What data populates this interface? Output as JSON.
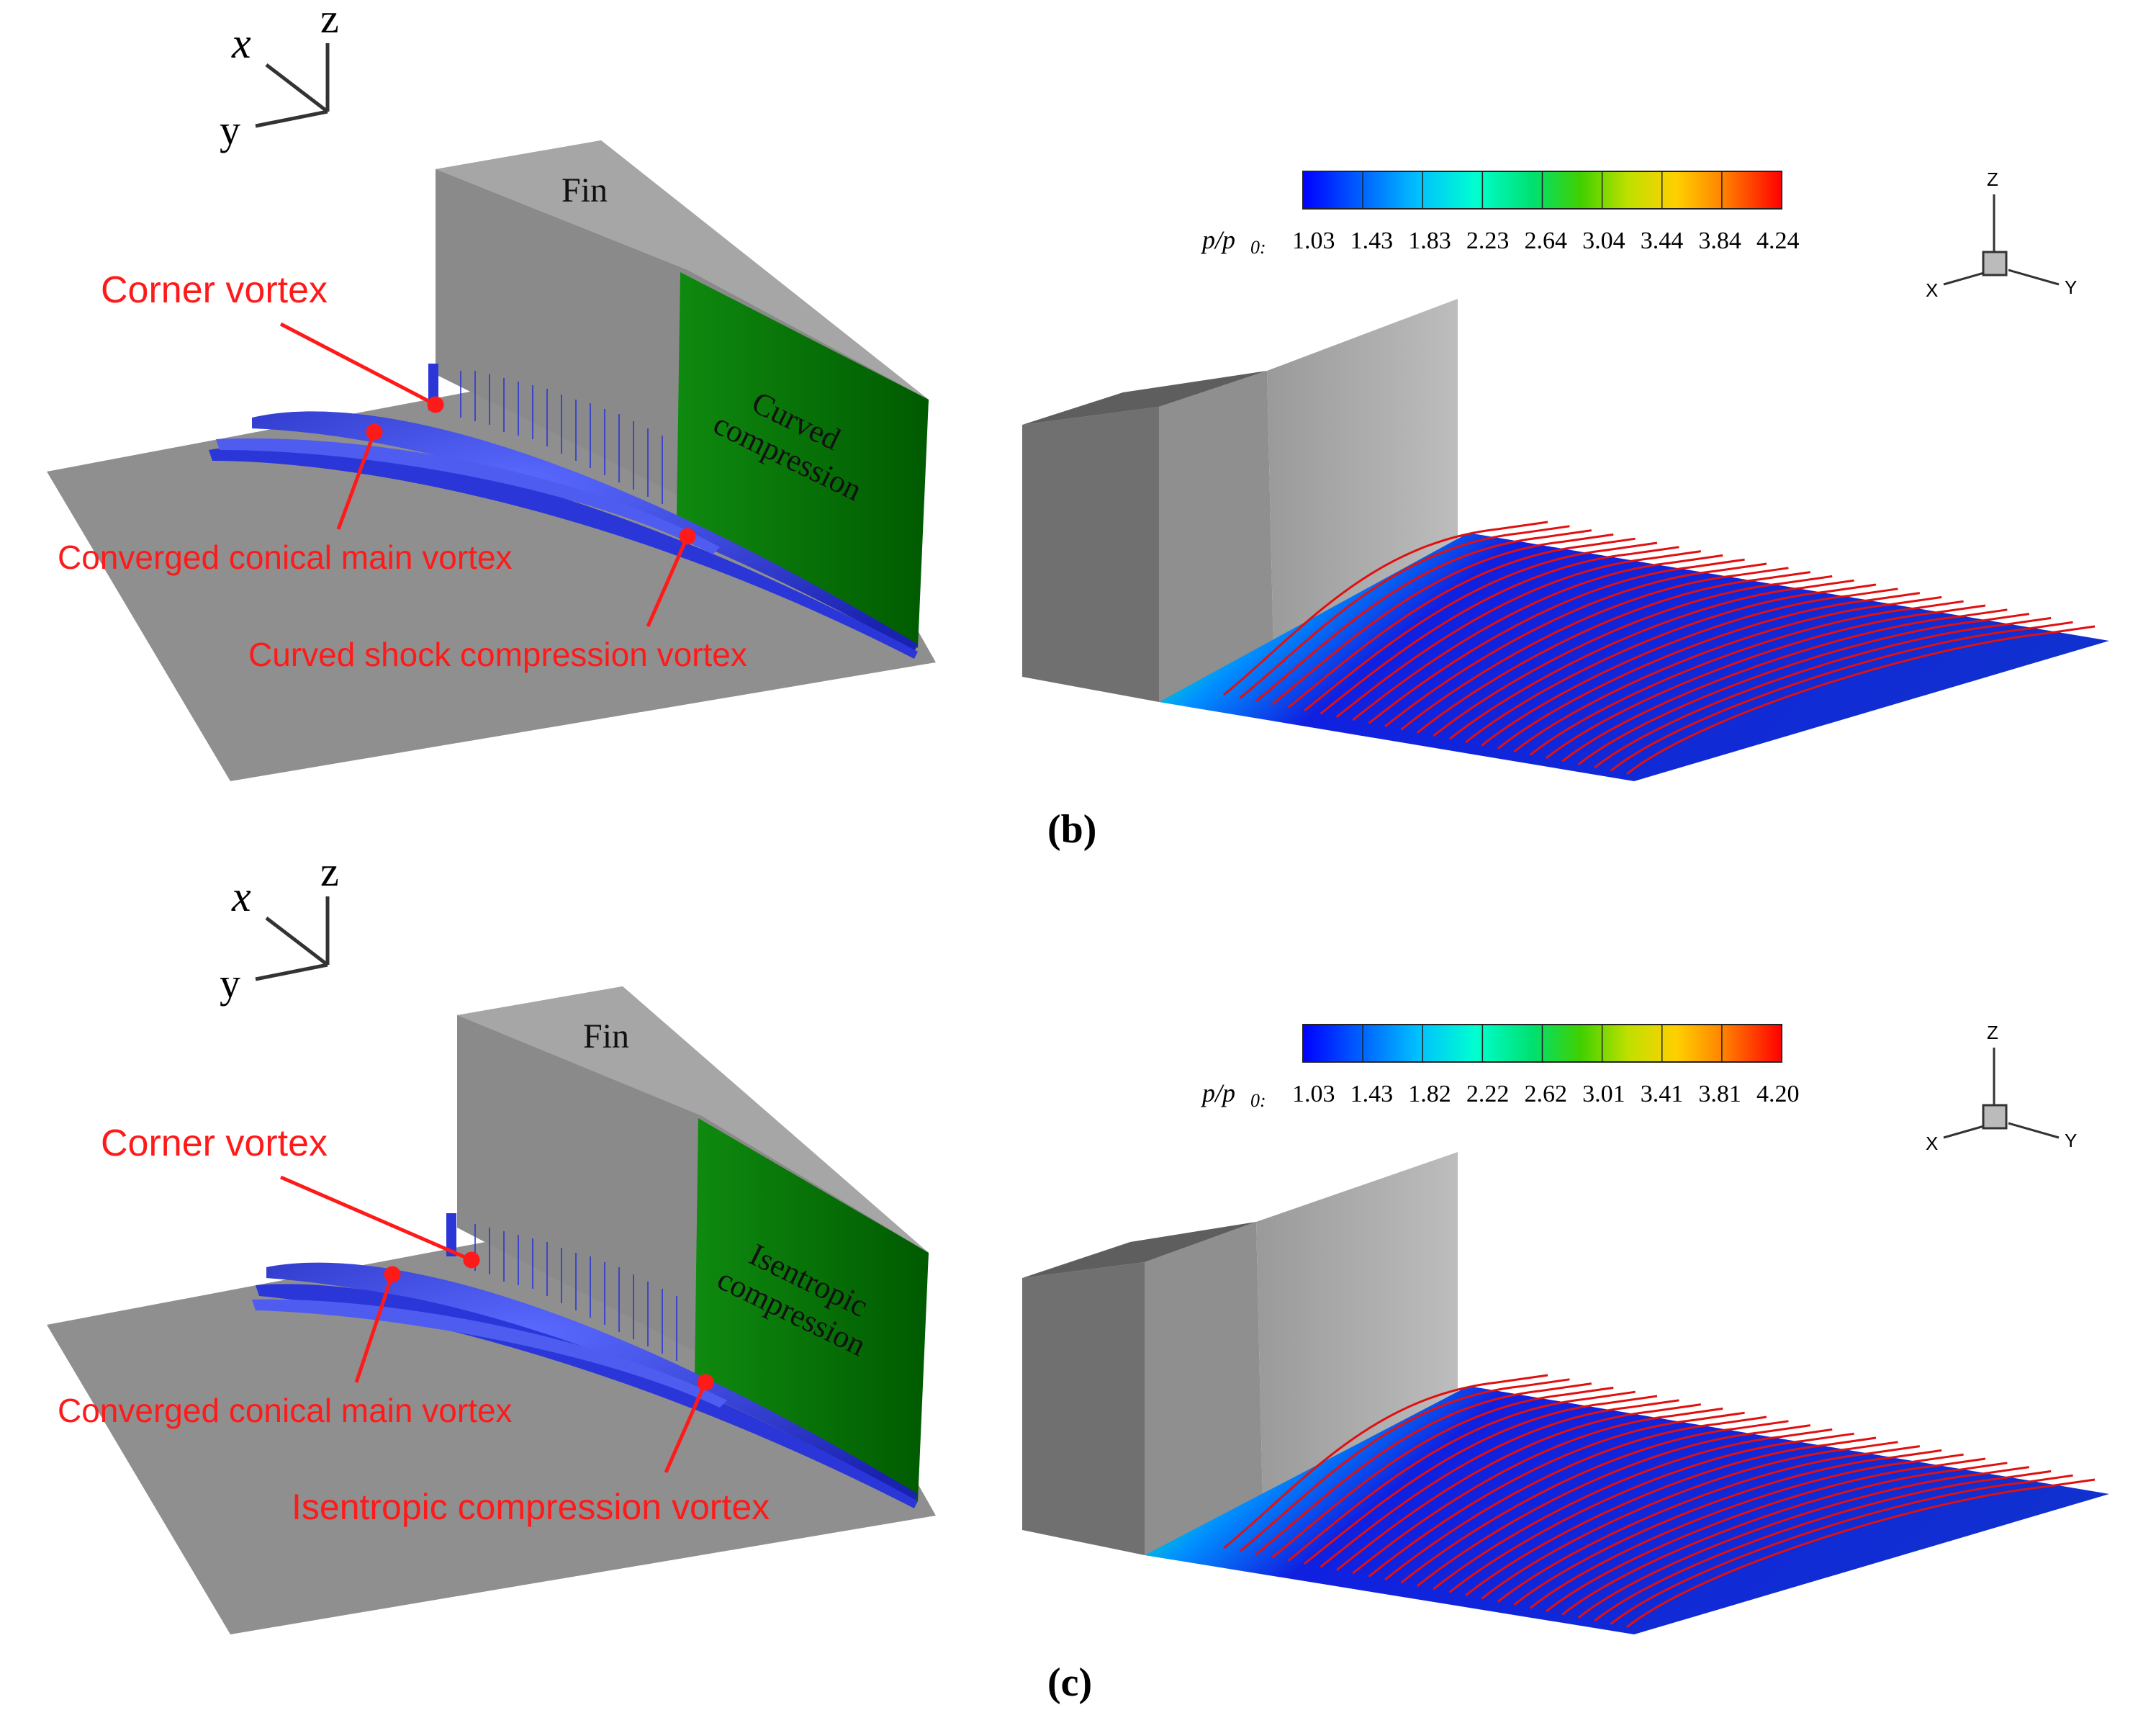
{
  "colors": {
    "label_red": "#ff1a1a",
    "fin_gray": "#8a8a8a",
    "plate_gray": "#8f8f8f",
    "vortex_blue": "#2a36d8",
    "compression_green": "#0a7a0a",
    "streamline_red": "#e01010",
    "colormap": [
      "#0000ff",
      "#0060ff",
      "#00c0ff",
      "#00ffd0",
      "#00e070",
      "#40d000",
      "#c0e000",
      "#ffd000",
      "#ff8000",
      "#ff3000",
      "#ff0000"
    ]
  },
  "panels": [
    {
      "id": "b",
      "panel_label": "(b)",
      "axis_triad": {
        "x": "x",
        "y": "y",
        "z": "z"
      },
      "fin_label": "Fin",
      "compression_label": [
        "Curved",
        "compression"
      ],
      "annotations": {
        "corner": "Corner  vortex",
        "main": "Converged  conical  main  vortex",
        "compression_vortex": "Curved shock  compression  vortex"
      },
      "colorbar": {
        "variable_label": "p/p",
        "variable_sub": "0:",
        "ticks": [
          "1.03",
          "1.43",
          "1.83",
          "2.23",
          "2.64",
          "3.04",
          "3.44",
          "3.84",
          "4.24"
        ]
      },
      "axis_cube": {
        "x": "X",
        "y": "Y",
        "z": "Z"
      }
    },
    {
      "id": "c",
      "panel_label": "(c)",
      "axis_triad": {
        "x": "x",
        "y": "y",
        "z": "z"
      },
      "fin_label": "Fin",
      "compression_label": [
        "Isentropic",
        "compression"
      ],
      "annotations": {
        "corner": "Corner  vortex",
        "main": "Converged  conical  main  vortex",
        "compression_vortex": "Isentropic  compression  vortex"
      },
      "colorbar": {
        "variable_label": "p/p",
        "variable_sub": "0:",
        "ticks": [
          "1.03",
          "1.43",
          "1.82",
          "2.22",
          "2.62",
          "3.01",
          "3.41",
          "3.81",
          "4.20"
        ]
      },
      "axis_cube": {
        "x": "X",
        "y": "Y",
        "z": "Z"
      }
    }
  ]
}
